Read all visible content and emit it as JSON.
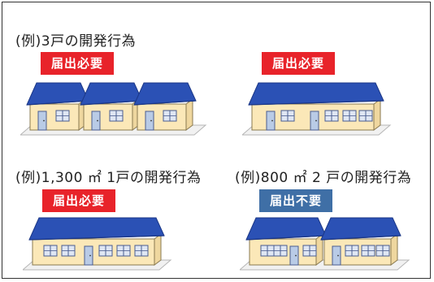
{
  "colors": {
    "required": "#e8232a",
    "not_required": "#3f6fa6",
    "roof": "#2b51b5",
    "wall": "#fbe8b8",
    "ground": "#f1f1f1"
  },
  "panels": [
    {
      "caption": "(例)3戸の開発行為",
      "badge": "届出必要",
      "status": "required",
      "icon": "three-houses-row-icon"
    },
    {
      "badge": "届出必要",
      "status": "required",
      "icon": "long-house-icon"
    },
    {
      "caption": "(例)1,300 ㎡ 1戸の開発行為",
      "badge": "届出必要",
      "status": "required",
      "icon": "long-house-icon"
    },
    {
      "caption": "(例)800 ㎡ 2 戸の開発行為",
      "badge": "届出不要",
      "status": "not_required",
      "icon": "two-houses-row-icon"
    }
  ]
}
